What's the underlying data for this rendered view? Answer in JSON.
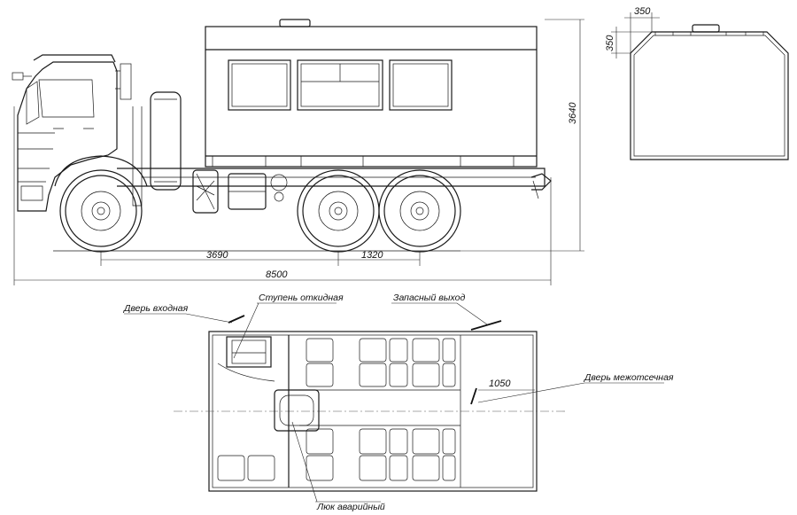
{
  "dimensions": {
    "wheelbase": "3690",
    "axle_spacing": "1320",
    "overall_length": "8500",
    "overall_height": "3640",
    "roof_bevel_width": "350",
    "roof_bevel_height": "350",
    "side_door_offset": "1050"
  },
  "labels": {
    "entry_door": "Дверь входная",
    "folding_step": "Ступень откидная",
    "emergency_exit": "Запасный выход",
    "partition_door": "Дверь межотсечная",
    "emergency_hatch": "Люк аварийный"
  }
}
